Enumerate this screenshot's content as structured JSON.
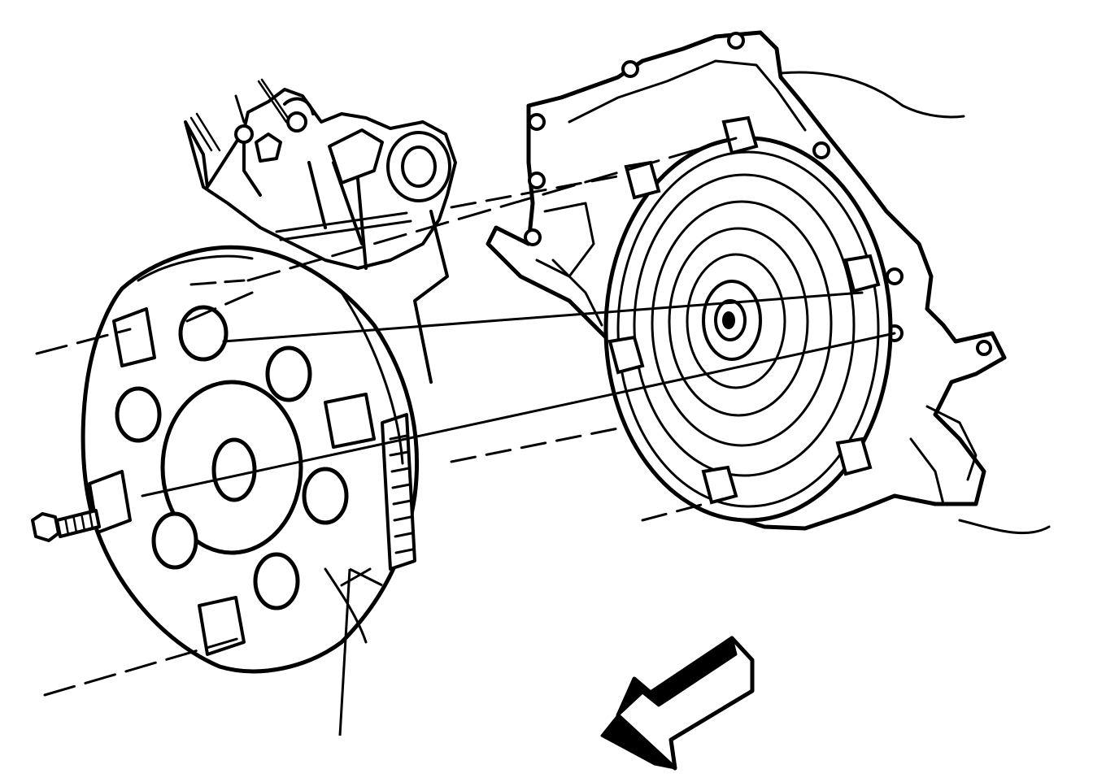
{
  "diagram": {
    "style": "black line-art technical illustration",
    "line_color": "#000000",
    "background_color": "#ffffff",
    "parts": [
      "engine-block",
      "flexplate",
      "flexplate-bolt",
      "torque-converter",
      "transmission-bellhousing",
      "direction-arrow-icon"
    ]
  }
}
